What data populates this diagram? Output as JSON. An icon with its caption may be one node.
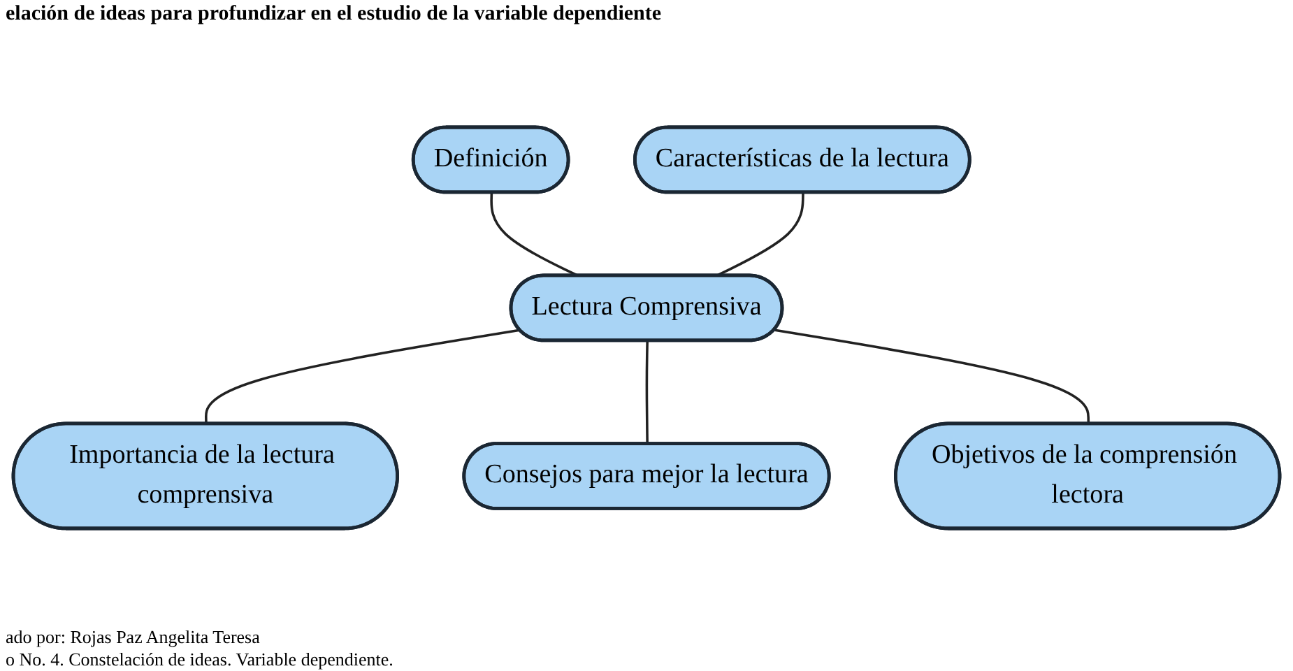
{
  "diagram": {
    "title": "elación de ideas para profundizar en el estudio de la variable dependiente",
    "nodes": [
      {
        "text": [
          "Definición"
        ]
      },
      {
        "text": [
          "Características de la lectura"
        ]
      },
      {
        "text": [
          "Lectura Comprensiva"
        ]
      },
      {
        "text": [
          "Importancia de la lectura comprensiva"
        ]
      },
      {
        "text": [
          "Consejos para mejor la lectura"
        ]
      },
      {
        "text": [
          "Objetivos de la comprensión lectora"
        ]
      }
    ],
    "edges": [
      {
        "from": 0,
        "to": 2,
        "arrow": "none"
      },
      {
        "from": 1,
        "to": 2,
        "arrow": "none"
      },
      {
        "from": 2,
        "to": 3,
        "arrow": "none"
      },
      {
        "from": 2,
        "to": 4,
        "arrow": "none"
      },
      {
        "from": 2,
        "to": 5,
        "arrow": "none"
      }
    ],
    "labels": [
      "ado por: Rojas Paz Angelita Teresa",
      "o No. 4. Constelación de ideas. Variable dependiente."
    ]
  }
}
